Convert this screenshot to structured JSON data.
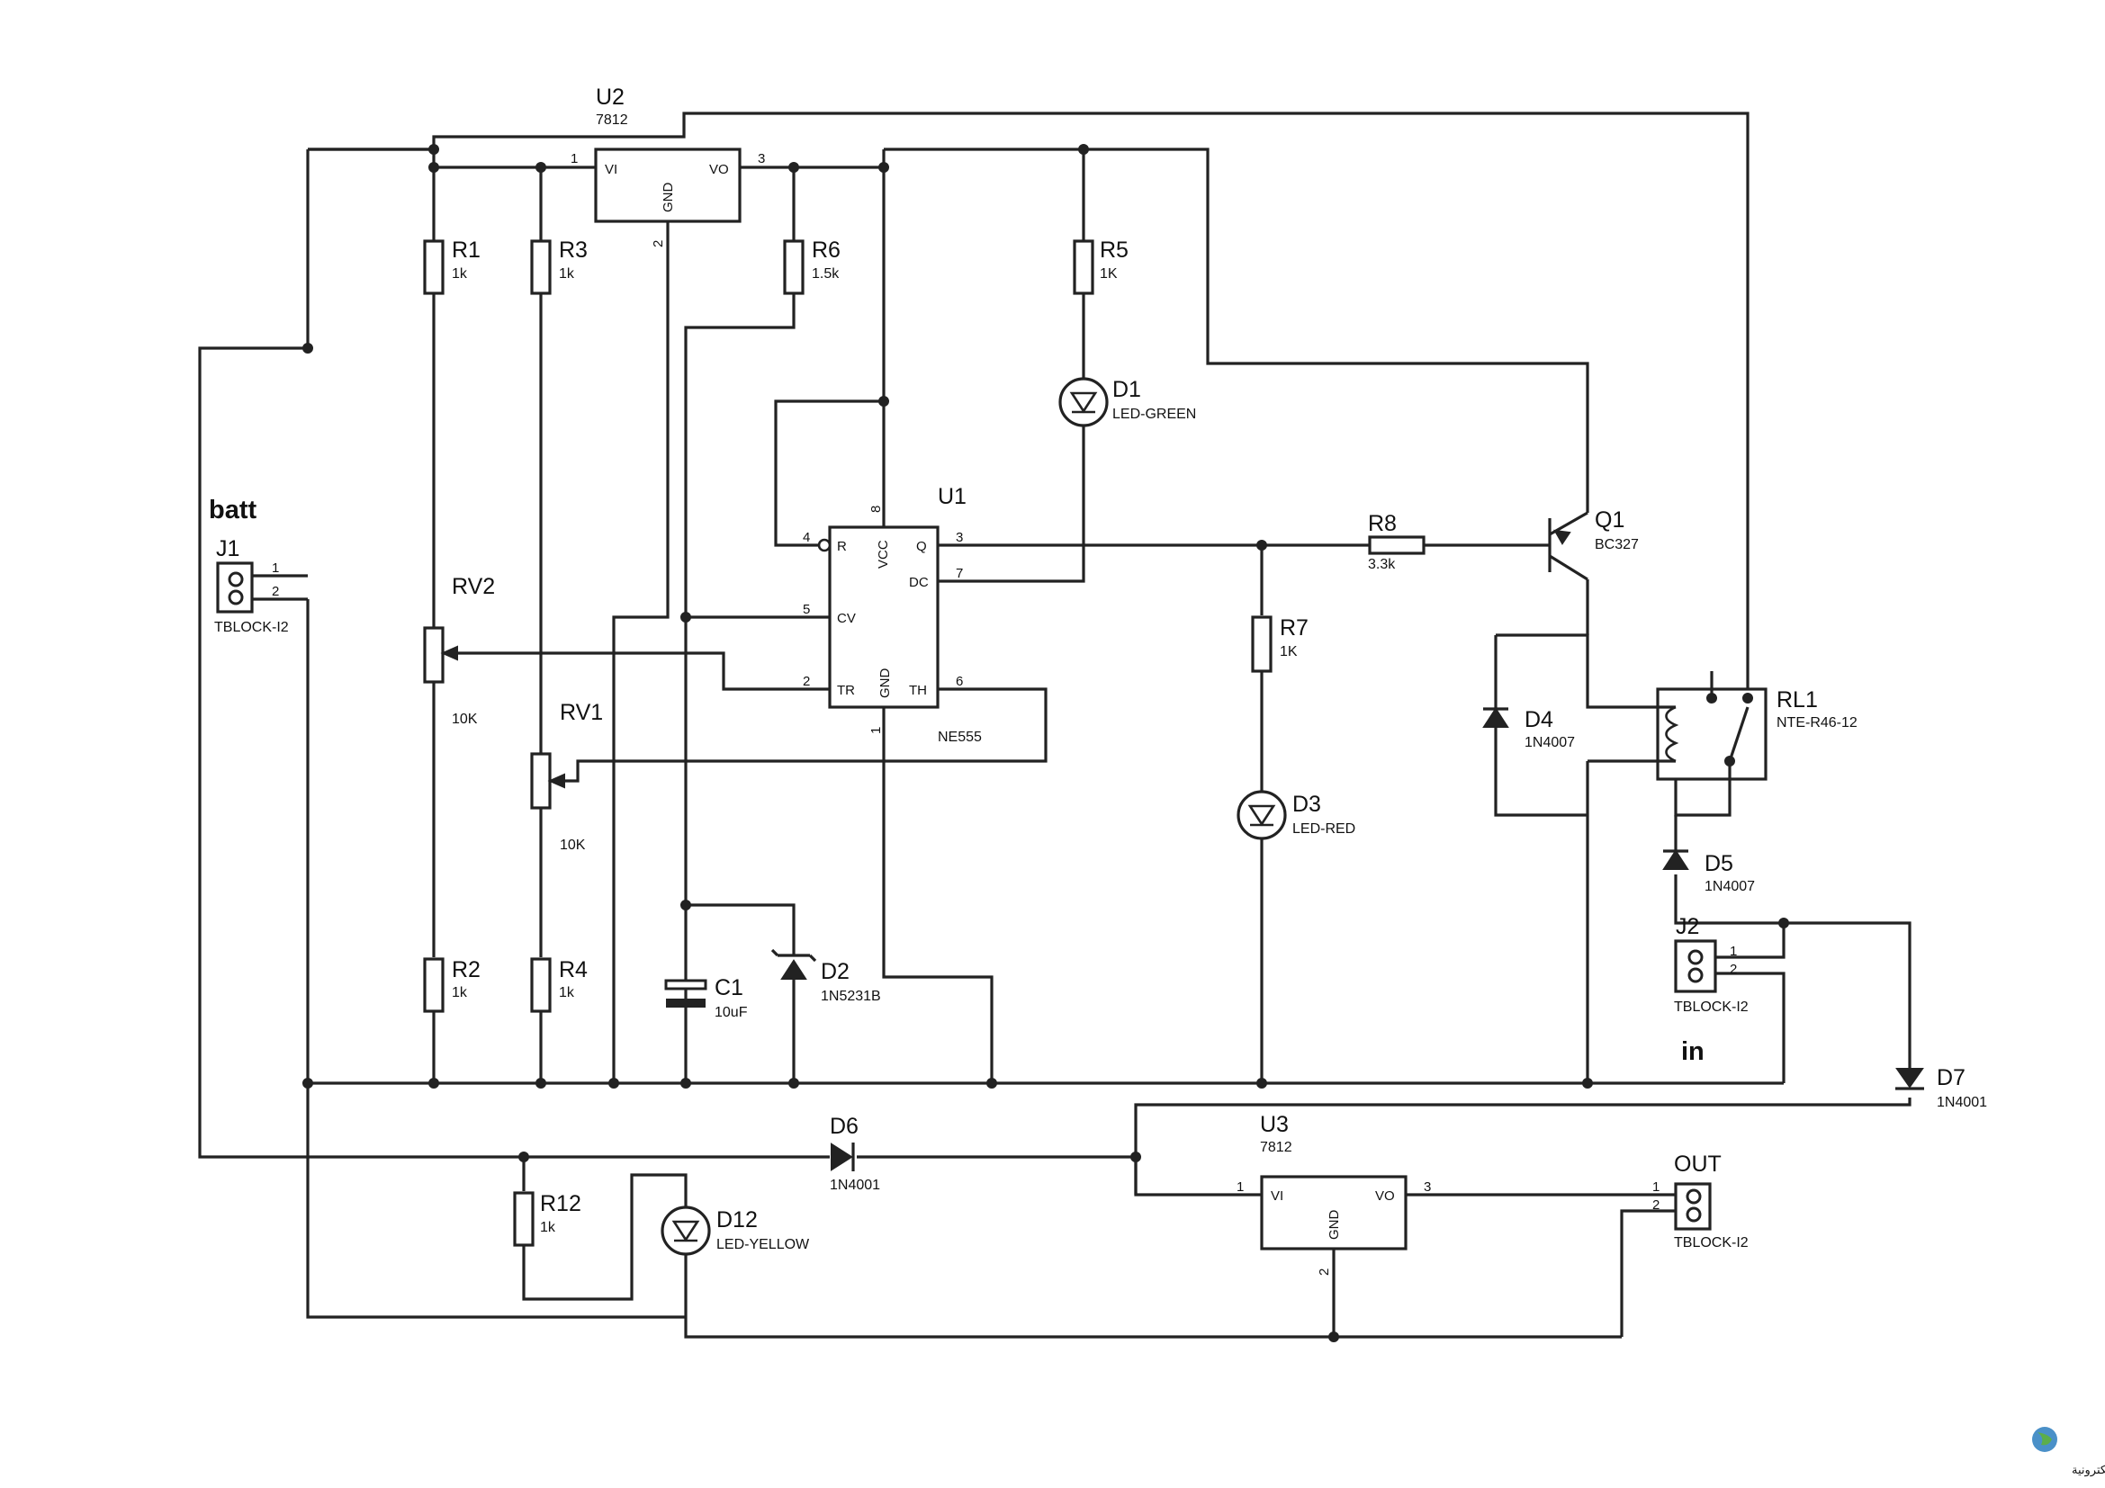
{
  "labels": {
    "batt": "batt",
    "in": "in",
    "out": "OUT"
  },
  "components": {
    "U2": {
      "ref": "U2",
      "value": "7812",
      "pins": {
        "vi": "VI",
        "vo": "VO",
        "gnd": "GND",
        "n1": "1",
        "n2": "2",
        "n3": "3"
      }
    },
    "U3": {
      "ref": "U3",
      "value": "7812",
      "pins": {
        "vi": "VI",
        "vo": "VO",
        "gnd": "GND",
        "n1": "1",
        "n2": "2",
        "n3": "3"
      }
    },
    "U1": {
      "ref": "U1",
      "value": "NE555",
      "pins": {
        "r": "R",
        "vcc": "VCC",
        "q": "Q",
        "dc": "DC",
        "cv": "CV",
        "tr": "TR",
        "gnd": "GND",
        "th": "TH",
        "n1": "1",
        "n2": "2",
        "n3": "3",
        "n4": "4",
        "n5": "5",
        "n6": "6",
        "n7": "7",
        "n8": "8"
      }
    },
    "R1": {
      "ref": "R1",
      "value": "1k"
    },
    "R2": {
      "ref": "R2",
      "value": "1k"
    },
    "R3": {
      "ref": "R3",
      "value": "1k"
    },
    "R4": {
      "ref": "R4",
      "value": "1k"
    },
    "R5": {
      "ref": "R5",
      "value": "1K"
    },
    "R6": {
      "ref": "R6",
      "value": "1.5k"
    },
    "R7": {
      "ref": "R7",
      "value": "1K"
    },
    "R8": {
      "ref": "R8",
      "value": "3.3k"
    },
    "R12": {
      "ref": "R12",
      "value": "1k"
    },
    "RV1": {
      "ref": "RV1",
      "value": "10K"
    },
    "RV2": {
      "ref": "RV2",
      "value": "10K"
    },
    "C1": {
      "ref": "C1",
      "value": "10uF"
    },
    "D1": {
      "ref": "D1",
      "value": "LED-GREEN"
    },
    "D2": {
      "ref": "D2",
      "value": "1N5231B"
    },
    "D3": {
      "ref": "D3",
      "value": "LED-RED"
    },
    "D4": {
      "ref": "D4",
      "value": "1N4007"
    },
    "D5": {
      "ref": "D5",
      "value": "1N4007"
    },
    "D6": {
      "ref": "D6",
      "value": "1N4001"
    },
    "D7": {
      "ref": "D7",
      "value": "1N4001"
    },
    "D12": {
      "ref": "D12",
      "value": "LED-YELLOW"
    },
    "Q1": {
      "ref": "Q1",
      "value": "BC327"
    },
    "RL1": {
      "ref": "RL1",
      "value": "NTE-R46-12"
    },
    "J1": {
      "ref": "J1",
      "value": "TBLOCK-I2",
      "pins": {
        "n1": "1",
        "n2": "2"
      }
    },
    "J2": {
      "ref": "J2",
      "value": "TBLOCK-I2",
      "pins": {
        "n1": "1",
        "n2": "2"
      }
    },
    "OUTJ": {
      "value": "TBLOCK-I2",
      "pins": {
        "n1": "1",
        "n2": "2"
      }
    }
  },
  "watermark": {
    "text": "القرية الالكترونية",
    "logo": "globe-logo-icon"
  },
  "colors": {
    "ink": "#222222",
    "background": "#ffffff"
  }
}
